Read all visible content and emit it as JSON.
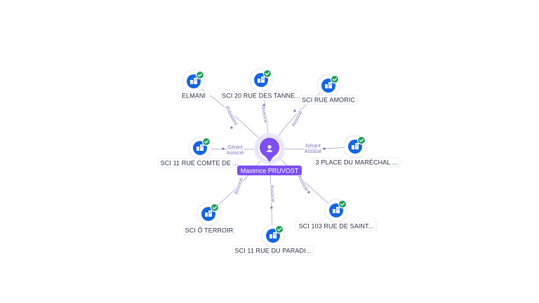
{
  "center": {
    "name": "Maxence PRUVOST",
    "icon": "person-icon",
    "color": "#7c4ff0"
  },
  "colors": {
    "company_node": "#1565e0",
    "verified_badge": "#1f9d55",
    "edge": "#b9b3d6",
    "edge_label": "#7d74b8"
  },
  "companies": [
    {
      "id": "elmani",
      "name": "ELMANI",
      "icon": "building-icon",
      "badge": "verified-check-icon",
      "relation": [
        "Président"
      ]
    },
    {
      "id": "sci-20",
      "name": "SCI 20 RUE DES TANNE...",
      "icon": "building-icon",
      "badge": "verified-check-icon",
      "relation": [
        "Associé"
      ]
    },
    {
      "id": "amoric",
      "name": "SCI RUE AMORIC",
      "icon": "building-icon",
      "badge": "verified-check-icon",
      "relation": [
        "Associé"
      ]
    },
    {
      "id": "comte",
      "name": "SCI 11 RUE COMTE DE ...",
      "icon": "building-icon",
      "badge": "verified-check-icon",
      "relation": [
        "Gérant",
        "Associé"
      ]
    },
    {
      "id": "marechal",
      "name": "3 PLACE DU MARÉCHAL ...",
      "icon": "building-icon",
      "badge": "verified-check-icon",
      "relation": [
        "Gérant",
        "Associé"
      ]
    },
    {
      "id": "terroir",
      "name": "SCI Ô TERROIR",
      "icon": "building-icon",
      "badge": "verified-check-icon",
      "relation": [
        "Associé"
      ]
    },
    {
      "id": "paradis",
      "name": "SCI 11 RUE DU PARADI...",
      "icon": "building-icon",
      "badge": "verified-check-icon",
      "relation": [
        "Associé"
      ]
    },
    {
      "id": "saint",
      "name": "SCI 103 RUE DE SAINT...",
      "icon": "building-icon",
      "badge": "verified-check-icon",
      "relation": [
        "Associé"
      ]
    }
  ]
}
